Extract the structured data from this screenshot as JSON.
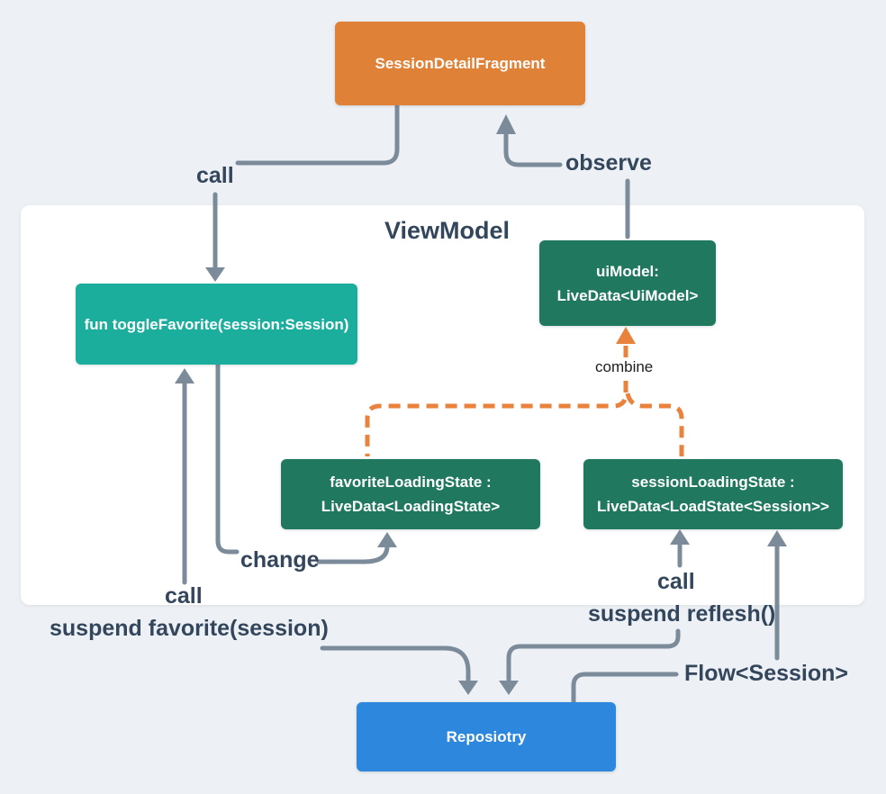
{
  "panel": {
    "title": "ViewModel"
  },
  "nodes": {
    "fragment": {
      "label": "SessionDetailFragment"
    },
    "toggle_favorite": {
      "label": "fun toggleFavorite(session:Session)"
    },
    "ui_model": {
      "line1": "uiModel:",
      "line2": "LiveData<UiModel>"
    },
    "favorite_loading_state": {
      "line1": "favoriteLoadingState :",
      "line2": "LiveData<LoadingState>"
    },
    "session_loading_state": {
      "line1": "sessionLoadingState :",
      "line2": "LiveData<LoadState<Session>>"
    },
    "repository": {
      "label": "Reposiotry"
    }
  },
  "labels": {
    "call_top": "call",
    "observe": "observe",
    "change": "change",
    "combine": "combine",
    "call_left": "call",
    "suspend_favorite": "suspend favorite(session)",
    "call_right": "call",
    "suspend_reflesh": "suspend reflesh()",
    "flow_session": "Flow<Session>"
  },
  "colors": {
    "background": "#EDF1F5",
    "panel": "#FFFFFF",
    "fragment_orange": "#E08138",
    "teal": "#1CAE9D",
    "dark_green": "#20785F",
    "repository_blue": "#2D87DC",
    "line_gray": "#7C8B9A",
    "label_text": "#33465C",
    "combine_dash_orange": "#E8823C",
    "combine_text": "#1C1C1C"
  }
}
